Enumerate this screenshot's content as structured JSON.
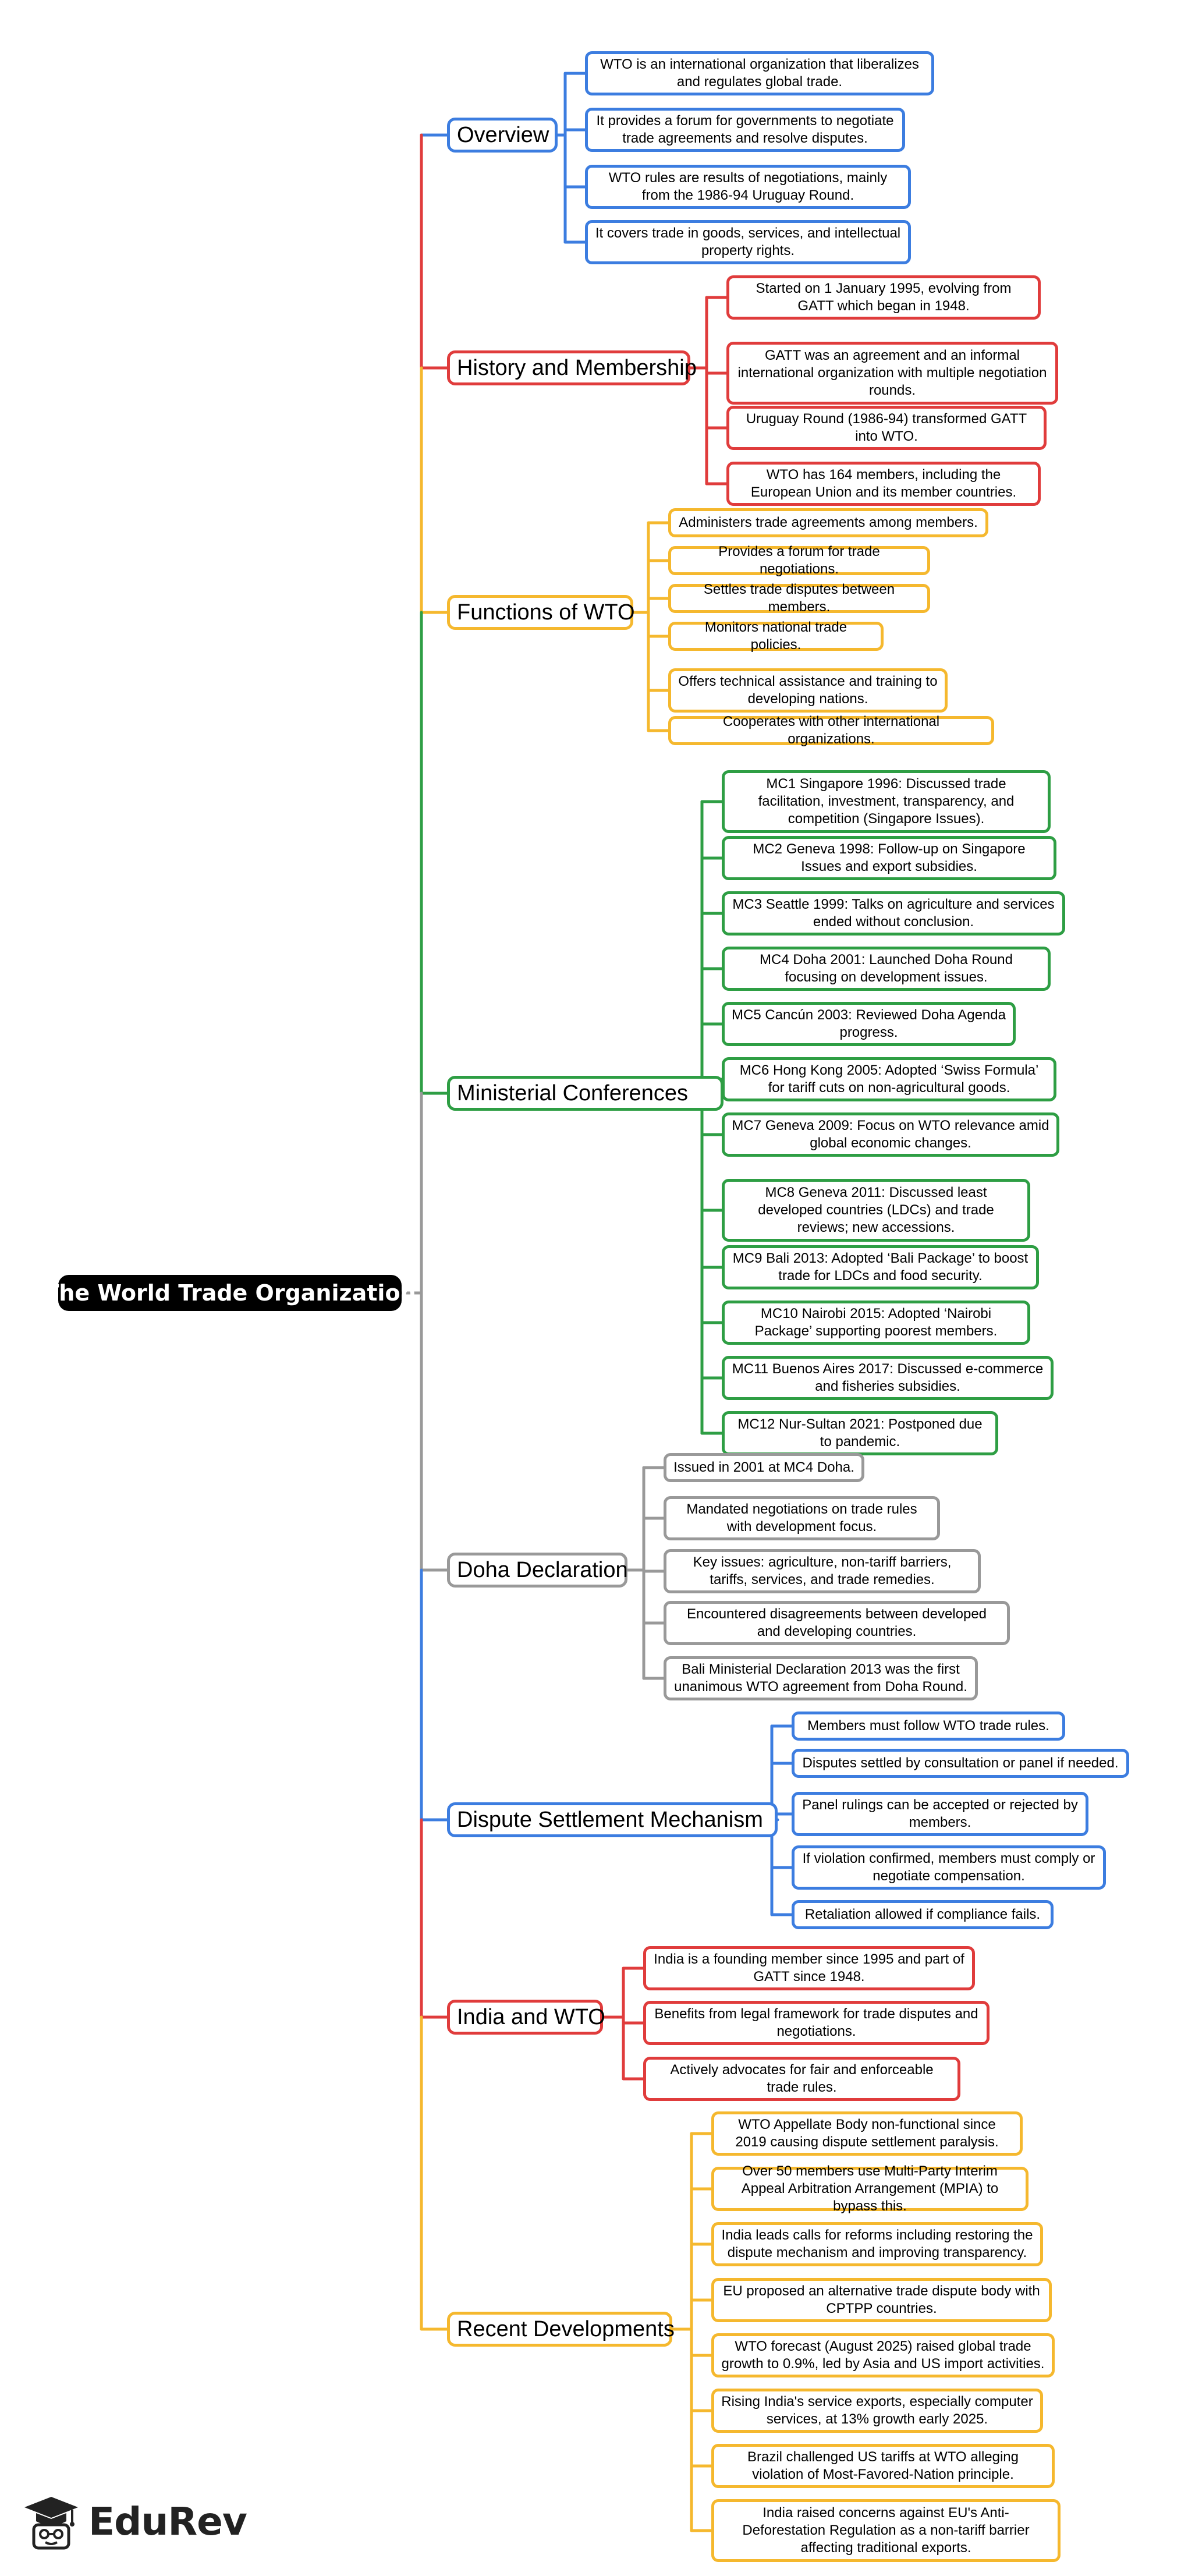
{
  "title": "The World Trade Organization",
  "brand": "EduRev",
  "colors": {
    "blue": "#3c7de0",
    "red": "#e03c3c",
    "yellow": "#f5b82e",
    "green": "#2e9e44",
    "gray": "#999999"
  },
  "sections": [
    {
      "label": "Overview",
      "color": "blue",
      "icon": "node-box",
      "items": [
        "WTO is an international organization that liberalizes and regulates global trade.",
        "It provides a forum for governments to negotiate trade agreements and resolve disputes.",
        "WTO rules are results of negotiations, mainly from the 1986-94 Uruguay Round.",
        "It covers trade in goods, services, and intellectual property rights."
      ]
    },
    {
      "label": "History and Membership",
      "color": "red",
      "icon": "node-box",
      "items": [
        "Started on 1 January 1995, evolving from GATT which began in 1948.",
        "GATT was an agreement and an informal international organization with multiple negotiation rounds.",
        "Uruguay Round (1986-94) transformed GATT into WTO.",
        "WTO has 164 members, including the European Union and its member countries."
      ]
    },
    {
      "label": "Functions of WTO",
      "color": "yellow",
      "icon": "node-box",
      "items": [
        "Administers trade agreements among members.",
        "Provides a forum for trade negotiations.",
        "Settles trade disputes between members.",
        "Monitors national trade policies.",
        "Offers technical assistance and training to developing nations.",
        "Cooperates with other international organizations."
      ]
    },
    {
      "label": "Ministerial Conferences",
      "color": "green",
      "icon": "node-box",
      "items": [
        "MC1 Singapore 1996: Discussed trade facilitation, investment, transparency, and competition (Singapore Issues).",
        "MC2 Geneva 1998: Follow-up on Singapore Issues and export subsidies.",
        "MC3 Seattle 1999: Talks on agriculture and services ended without conclusion.",
        "MC4 Doha 2001: Launched Doha Round focusing on development issues.",
        "MC5 Cancún 2003: Reviewed Doha Agenda progress.",
        "MC6 Hong Kong 2005: Adopted ‘Swiss Formula’ for tariff cuts on non-agricultural goods.",
        "MC7 Geneva 2009: Focus on WTO relevance amid global economic changes.",
        "MC8 Geneva 2011: Discussed least developed countries (LDCs) and trade reviews; new accessions.",
        "MC9 Bali 2013: Adopted ‘Bali Package’ to boost trade for LDCs and food security.",
        "MC10 Nairobi 2015: Adopted ‘Nairobi Package’ supporting poorest members.",
        "MC11 Buenos Aires 2017: Discussed e-commerce and fisheries subsidies.",
        "MC12 Nur-Sultan 2021: Postponed due to pandemic."
      ]
    },
    {
      "label": "Doha Declaration",
      "color": "gray",
      "icon": "node-box",
      "items": [
        "Issued in 2001 at MC4 Doha.",
        "Mandated negotiations on trade rules with development focus.",
        "Key issues: agriculture, non-tariff barriers, tariffs, services, and trade remedies.",
        "Encountered disagreements between developed and developing countries.",
        "Bali Ministerial Declaration 2013 was the first unanimous WTO agreement from Doha Round."
      ]
    },
    {
      "label": "Dispute Settlement Mechanism",
      "color": "blue",
      "icon": "node-box",
      "items": [
        "Members must follow WTO trade rules.",
        "Disputes settled by consultation or panel if needed.",
        "Panel rulings can be accepted or rejected by members.",
        "If violation confirmed, members must comply or negotiate compensation.",
        "Retaliation allowed if compliance fails."
      ]
    },
    {
      "label": "India and WTO",
      "color": "red",
      "icon": "node-box",
      "items": [
        "India is a founding member since 1995 and part of GATT since 1948.",
        "Benefits from legal framework for trade disputes and negotiations.",
        "Actively advocates for fair and enforceable trade rules."
      ]
    },
    {
      "label": "Recent Developments",
      "color": "yellow",
      "icon": "node-box",
      "items": [
        "WTO Appellate Body non-functional since 2019 causing dispute settlement paralysis.",
        "Over 50 members use Multi-Party Interim Appeal Arbitration Arrangement (MPIA) to bypass this.",
        "India leads calls for reforms including restoring the dispute mechanism and improving transparency.",
        "EU proposed an alternative trade dispute body with CPTPP countries.",
        "WTO forecast (August 2025) raised global trade growth to 0.9%, led by Asia and US import activities.",
        "Rising India's service exports, especially computer services, at 13% growth early 2025.",
        "Brazil challenged US tariffs at WTO alleging violation of Most-Favored-Nation principle.",
        "India raised concerns against EU's Anti-Deforestation Regulation as a non-tariff barrier affecting traditional exports."
      ]
    }
  ]
}
